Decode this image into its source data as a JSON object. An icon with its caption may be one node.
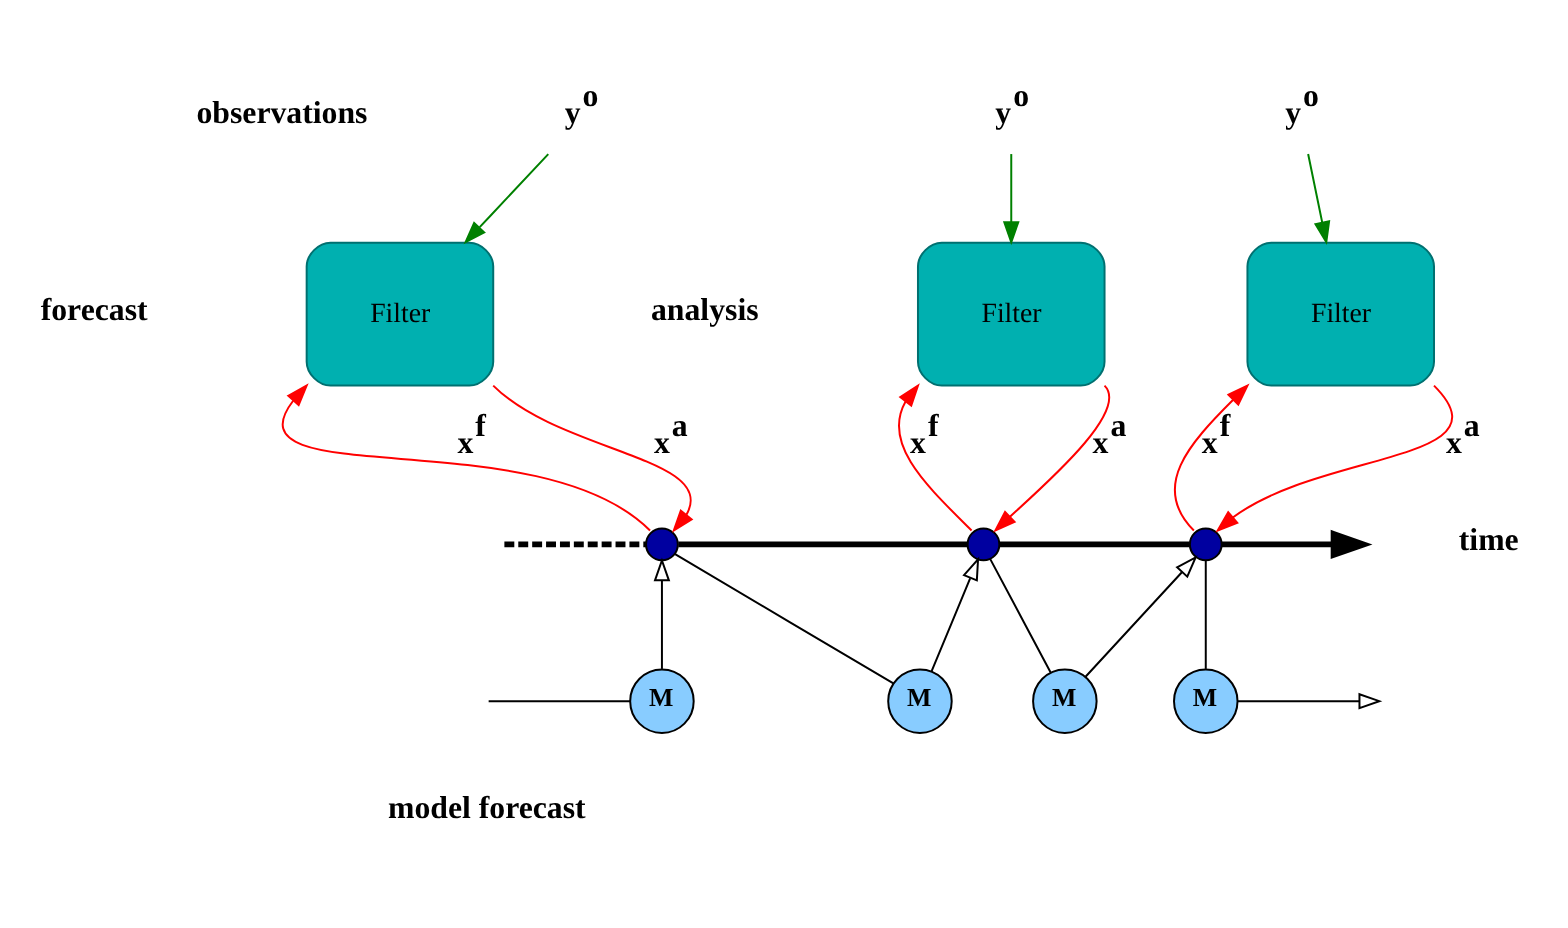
{
  "diagram": {
    "nodes": [
      {
        "text": [
          "y$^{o}$"
        ]
      },
      {
        "text": [
          "y$^{o}$"
        ]
      },
      {
        "text": [
          "y$^{o}$"
        ]
      },
      {
        "text": [
          "Filter"
        ]
      },
      {
        "text": [
          "Filter"
        ]
      },
      {
        "text": [
          "Filter"
        ]
      },
      {
        "text": [],
        "shape": "circle"
      },
      {
        "text": [],
        "shape": "circle"
      },
      {
        "text": [],
        "shape": "circle"
      },
      {
        "text": [
          "M"
        ]
      },
      {
        "text": [
          "M"
        ]
      },
      {
        "text": [
          "M"
        ]
      },
      {
        "text": [
          "M"
        ]
      }
    ],
    "edges": [
      {
        "from": 0,
        "to": 3,
        "arrow": "to",
        "color": "#008000"
      },
      {
        "from": 1,
        "to": 4,
        "arrow": "to",
        "color": "#008000"
      },
      {
        "from": 2,
        "to": 5,
        "arrow": "to",
        "color": "#008000"
      },
      {
        "from": 6,
        "to": 3,
        "arrow": "to",
        "label": "x$^{f}$",
        "color": "#ff0000"
      },
      {
        "from": 3,
        "to": 6,
        "arrow": "to",
        "label": "x$^{a}$",
        "color": "#ff0000"
      },
      {
        "from": 7,
        "to": 4,
        "arrow": "to",
        "label": "x$^{f}$",
        "color": "#ff0000"
      },
      {
        "from": 4,
        "to": 7,
        "arrow": "to",
        "label": "x$^{a}$",
        "color": "#ff0000"
      },
      {
        "from": 8,
        "to": 5,
        "arrow": "to",
        "label": "x$^{f}$",
        "color": "#ff0000"
      },
      {
        "from": 5,
        "to": 8,
        "arrow": "to",
        "label": "x$^{a}$",
        "color": "#ff0000"
      },
      {
        "from": null,
        "to": 6,
        "arrow": "none",
        "style": "dashed"
      },
      {
        "from": 6,
        "to": 7,
        "arrow": "none",
        "style": "thick"
      },
      {
        "from": 7,
        "to": 8,
        "arrow": "none",
        "style": "thick"
      },
      {
        "from": 8,
        "to": null,
        "arrow": "to",
        "style": "thick"
      },
      {
        "from": null,
        "to": 9,
        "arrow": "none"
      },
      {
        "from": 9,
        "to": 6,
        "arrow": "to"
      },
      {
        "from": 6,
        "to": 10,
        "arrow": "none"
      },
      {
        "from": 10,
        "to": 7,
        "arrow": "to"
      },
      {
        "from": 7,
        "to": 11,
        "arrow": "none"
      },
      {
        "from": 11,
        "to": 8,
        "arrow": "to"
      },
      {
        "from": 8,
        "to": 12,
        "arrow": "none"
      },
      {
        "from": 12,
        "to": null,
        "arrow": "to"
      }
    ],
    "labels": [
      "observations",
      "forecast",
      "analysis",
      "time",
      "model forecast"
    ]
  }
}
